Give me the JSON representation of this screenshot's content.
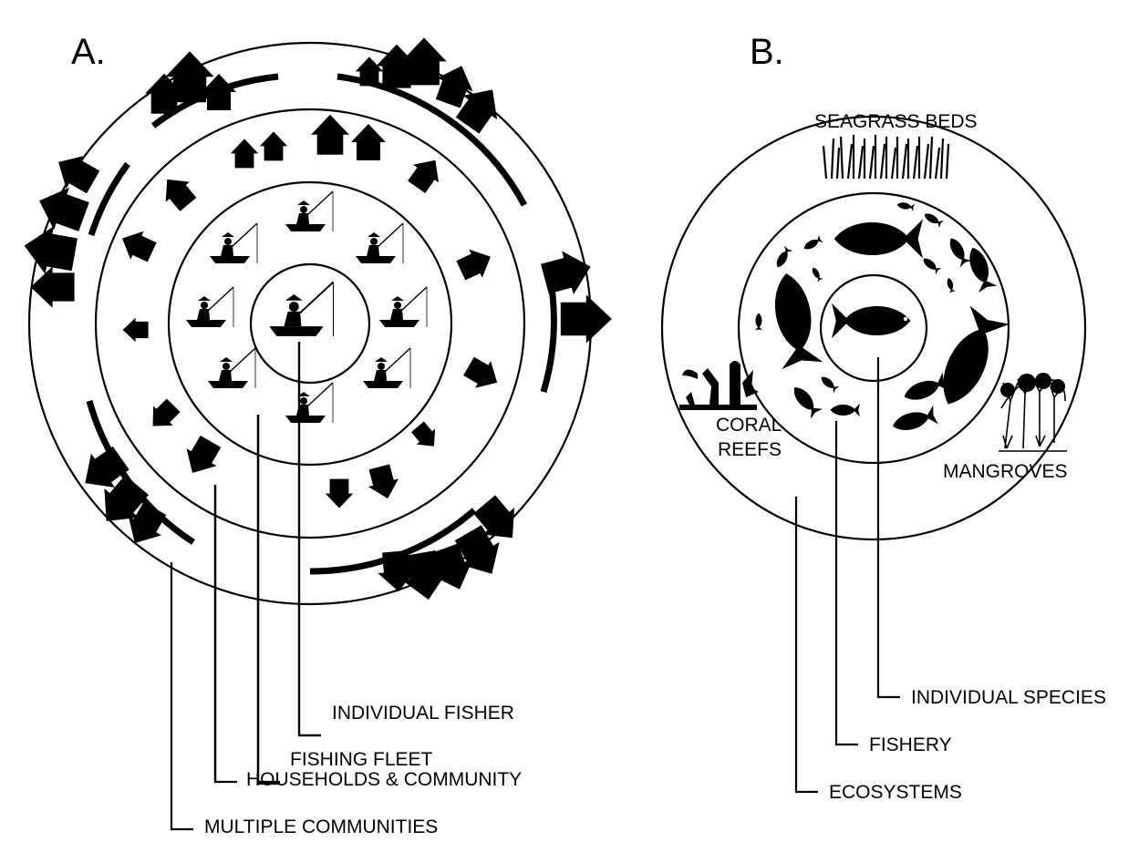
{
  "panel_a": {
    "letter": "A.",
    "labels": {
      "individual_fisher": "INDIVIDUAL FISHER",
      "fishing_fleet": "FISHING FLEET",
      "households_community": "HOUSEHOLDS & COMMUNITY",
      "multiple_communities": "MULTIPLE COMMUNITIES"
    }
  },
  "panel_b": {
    "letter": "B.",
    "habitats": {
      "seagrass": "SEAGRASS BEDS",
      "coral_line1": "CORAL",
      "coral_line2": "REEFS",
      "mangroves": "MANGROVES"
    },
    "labels": {
      "individual_species": "INDIVIDUAL SPECIES",
      "fishery": "FISHERY",
      "ecosystems": "ECOSYSTEMS"
    }
  },
  "colors": {
    "ink": "#000000",
    "background": "#ffffff"
  }
}
